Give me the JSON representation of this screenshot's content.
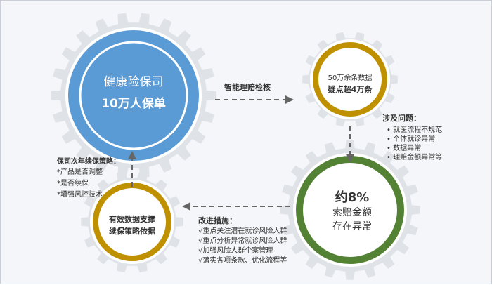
{
  "gear1": {
    "line1": "健康险保司",
    "line2": "10万人保单"
  },
  "gear2": {
    "line1": "50万余条数据",
    "line2": "疑点超4万条"
  },
  "gear3": {
    "line1": "约8%",
    "line2": "索赔金额",
    "line3": "存在异常"
  },
  "gear4": {
    "line1": "有效数据支撑",
    "line2": "续保策略依据"
  },
  "arrow_top_label": "智能理赔检核",
  "issues": {
    "title": "涉及问题：",
    "items": [
      "就医流程不规范",
      "个体就诊异常",
      "数据异常",
      "理赔金额异常等"
    ]
  },
  "improve": {
    "title": "改进措施：",
    "items": [
      "√重点关注潜在就诊风险人群",
      "√重点分析异常就诊风险人群",
      "√加强风险人群个案管理",
      "√落实各项条款、优化流程等"
    ]
  },
  "strategy": {
    "title": "保司次年续保策略：",
    "items": [
      "*产品是否调整",
      "*是否续保",
      "*增强风控技术"
    ]
  },
  "colors": {
    "gear": "#dfe2e7",
    "blue": "#5b9bd5",
    "gold": "#bf9000",
    "green": "#548235"
  }
}
